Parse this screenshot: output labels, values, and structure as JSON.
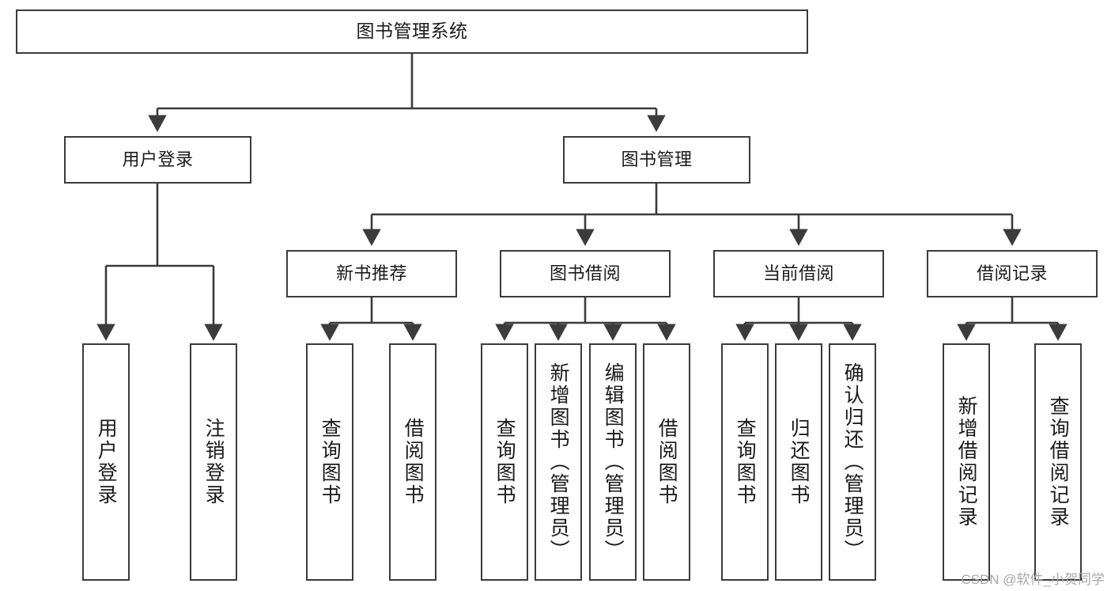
{
  "diagram": {
    "title": "图书管理系统",
    "watermark": "CSDN @软件_小贺同学",
    "colors": {
      "stroke": "#3b3b3b",
      "background": "#ffffff",
      "text": "#1a1a1a",
      "watermark": "#a8a8a8"
    },
    "root": {
      "label": "图书管理系统"
    },
    "level2": [
      {
        "label": "用户登录"
      },
      {
        "label": "图书管理"
      }
    ],
    "level3": [
      {
        "label": "新书推荐"
      },
      {
        "label": "图书借阅"
      },
      {
        "label": "当前借阅"
      },
      {
        "label": "借阅记录"
      }
    ],
    "leaves": [
      {
        "label": "用户登录",
        "parent": "用户登录"
      },
      {
        "label": "注销登录",
        "parent": "用户登录"
      },
      {
        "label": "查询图书",
        "parent": "新书推荐"
      },
      {
        "label": "借阅图书",
        "parent": "新书推荐"
      },
      {
        "label": "查询图书",
        "parent": "图书借阅"
      },
      {
        "label": "新增图书（管理员）",
        "parent": "图书借阅"
      },
      {
        "label": "编辑图书（管理员）",
        "parent": "图书借阅"
      },
      {
        "label": "借阅图书",
        "parent": "图书借阅"
      },
      {
        "label": "查询图书",
        "parent": "当前借阅"
      },
      {
        "label": "归还图书",
        "parent": "当前借阅"
      },
      {
        "label": "确认归还（管理员）",
        "parent": "当前借阅"
      },
      {
        "label": "新增借阅记录",
        "parent": "借阅记录"
      },
      {
        "label": "查询借阅记录",
        "parent": "借阅记录"
      }
    ]
  }
}
